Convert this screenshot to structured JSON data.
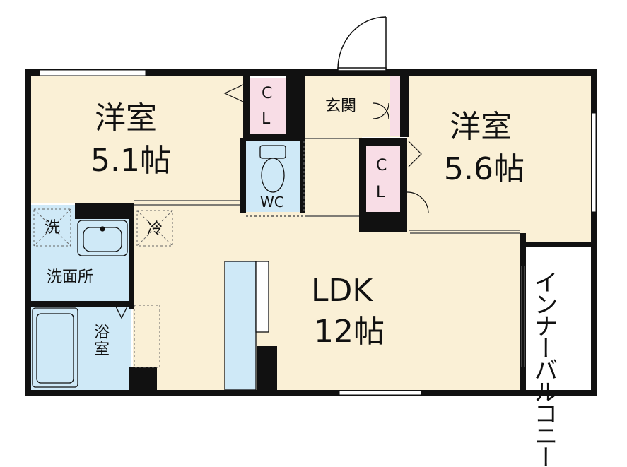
{
  "rooms": {
    "western_room_left": {
      "name": "洋室",
      "size": "5.1帖"
    },
    "western_room_right": {
      "name": "洋室",
      "size": "5.6帖"
    },
    "ldk": {
      "name": "LDK",
      "size": "12帖"
    },
    "entrance": {
      "name": "玄関"
    },
    "wc": {
      "name": "WC"
    },
    "washroom": {
      "name": "洗面所"
    },
    "bathroom": {
      "name": "浴室"
    },
    "balcony": {
      "name": "インナーバルコニー"
    }
  },
  "closets": {
    "left": [
      "C",
      "L"
    ],
    "right": [
      "C",
      "L"
    ]
  },
  "fixtures": {
    "washer": "洗",
    "fridge": "冷"
  },
  "colors": {
    "floor": "#faf0d6",
    "wet_area": "#cfe9f7",
    "closet": "#f8dde6",
    "wall": "#111111",
    "balcony": "#ffffff"
  }
}
